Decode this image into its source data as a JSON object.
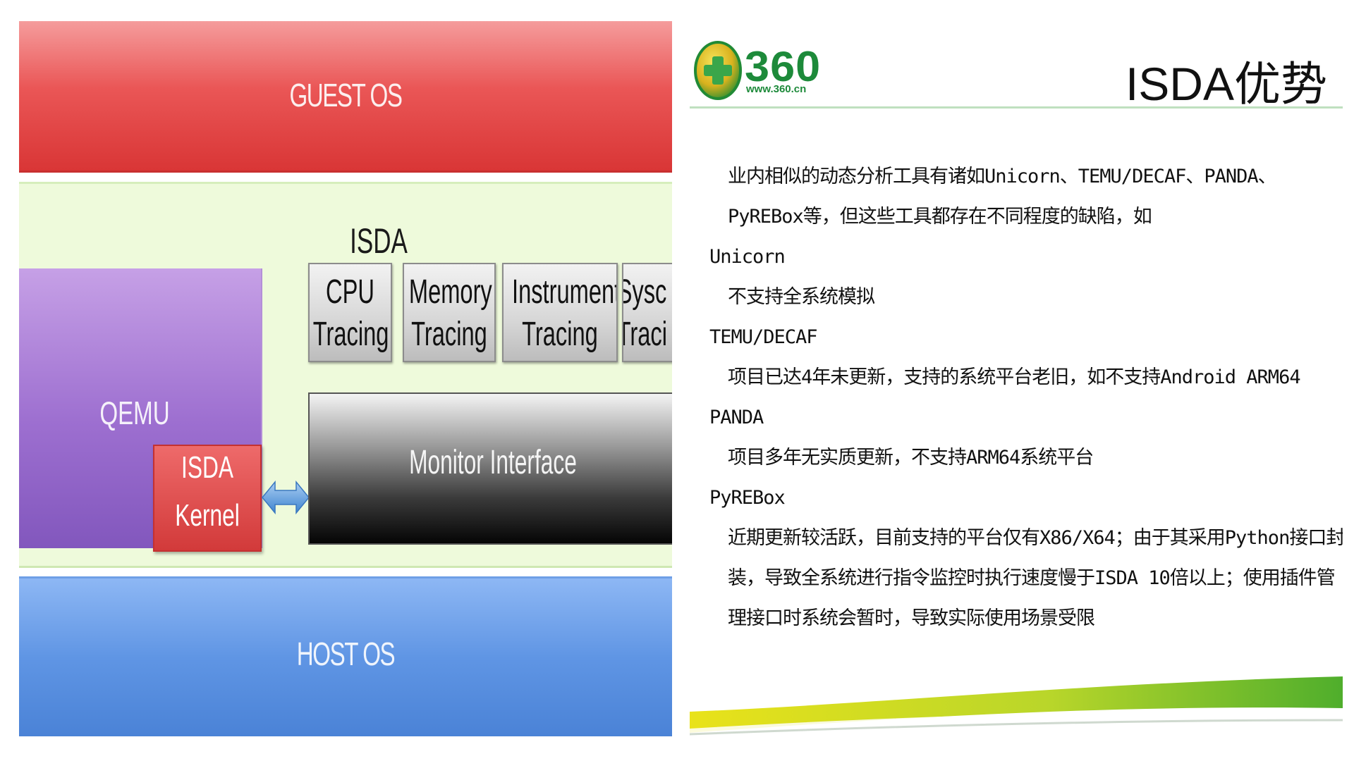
{
  "diagram": {
    "guest_os": "GUEST OS",
    "isda": "ISDA",
    "qemu": "QEMU",
    "isda_kernel": [
      "ISDA",
      "Kernel"
    ],
    "tracing_boxes": [
      {
        "line1": "CPU",
        "line2": "Tracing"
      },
      {
        "line1": "Memory",
        "line2": "Tracing"
      },
      {
        "line1": "Instrument",
        "line2": "Tracing"
      },
      {
        "line1": "Sysc",
        "line2": "Traci"
      }
    ],
    "monitor_interface": "Monitor Interface",
    "host_os": "HOST OS",
    "colors": {
      "guest": "#e24848",
      "isda_panel": "#eefadb",
      "qemu": "#9d6fd0",
      "kernel": "#d23a3a",
      "arrow": "#5b9bd5",
      "host": "#5f95e4"
    }
  },
  "slide": {
    "logo": {
      "text": "360",
      "url": "www.360.cn",
      "icon": "plus-circle-icon",
      "color": "#1d8a3a"
    },
    "title": "ISDA优势",
    "paragraphs": [
      {
        "text": "业内相似的动态分析工具有诸如Unicorn、TEMU/DECAF、PANDA、PyREBox等，但这些工具都存在不同程度的缺陷，如",
        "indent": true
      },
      {
        "text": "Unicorn",
        "indent": false
      },
      {
        "text": "不支持全系统模拟",
        "indent": true
      },
      {
        "text": "TEMU/DECAF",
        "indent": false
      },
      {
        "text": "项目已达4年未更新，支持的系统平台老旧，如不支持Android ARM64",
        "indent": true
      },
      {
        "text": "PANDA",
        "indent": false
      },
      {
        "text": "项目多年无实质更新，不支持ARM64系统平台",
        "indent": true
      },
      {
        "text": "PyREBox",
        "indent": false
      },
      {
        "text": "近期更新较活跃，目前支持的平台仅有X86/X64；由于其采用Python接口封装，导致全系统进行指令监控时执行速度慢于ISDA 10倍以上；使用插件管理接口时系统会暂时，导致实际使用场景受限",
        "indent": true
      }
    ]
  }
}
